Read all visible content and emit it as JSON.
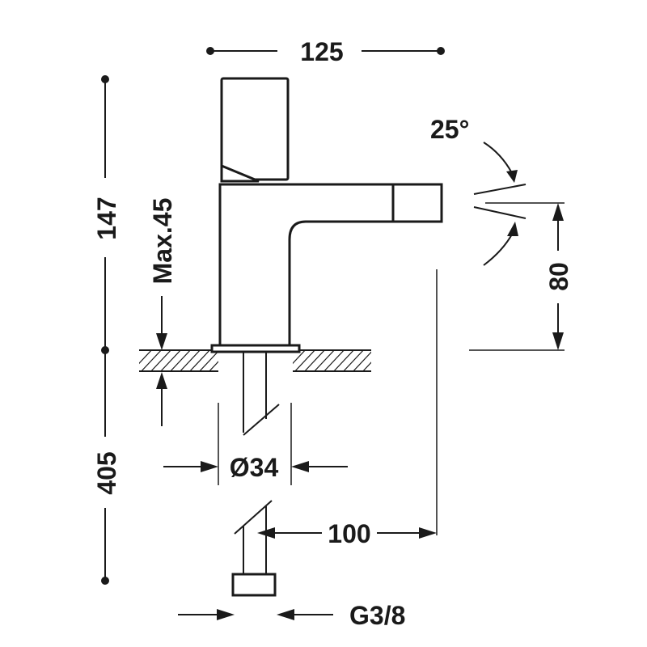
{
  "dimensions": {
    "width_top": "125",
    "height_upper": "147",
    "height_lower": "405",
    "max_deck": "Max.45",
    "spray_angle": "25°",
    "spout_height": "80",
    "hole_diameter": "Ø34",
    "spout_reach": "100",
    "connection": "G3/8"
  }
}
